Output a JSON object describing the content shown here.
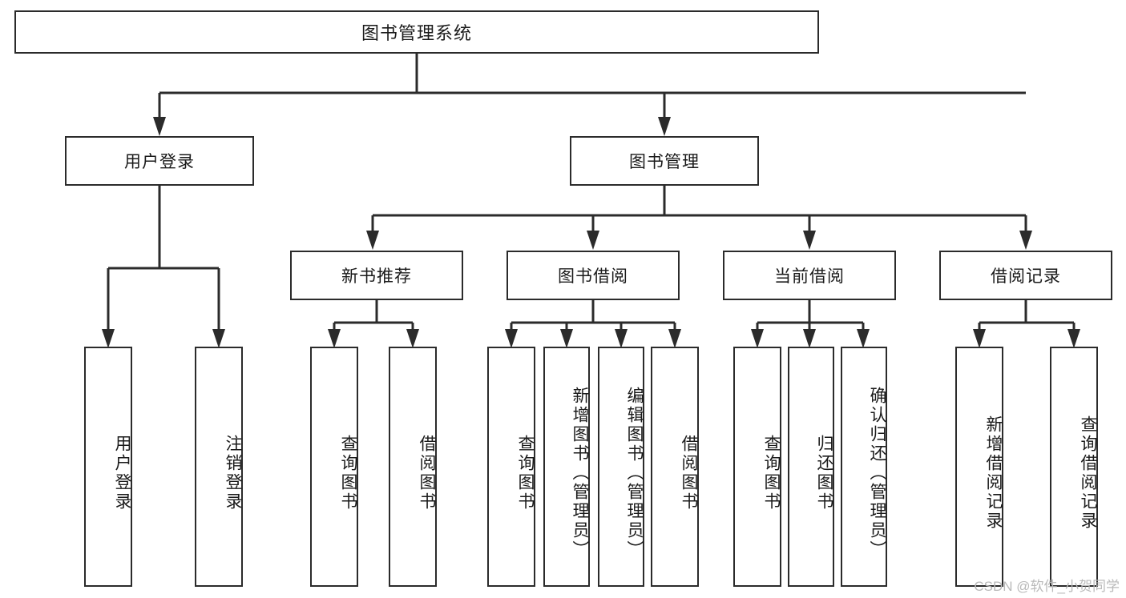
{
  "diagram": {
    "type": "tree-structure-chart",
    "title": "图书管理系统",
    "watermark": "CSDN @软件_小贺同学",
    "colors": {
      "stroke": "#2b2b2b",
      "fill": "#ffffff",
      "text": "#1a1a1a",
      "watermark": "#b9b9b9"
    },
    "root": {
      "label": "图书管理系统"
    },
    "level2": [
      {
        "label": "用户登录"
      },
      {
        "label": "图书管理"
      }
    ],
    "level3": [
      {
        "label": "新书推荐"
      },
      {
        "label": "图书借阅"
      },
      {
        "label": "当前借阅"
      },
      {
        "label": "借阅记录"
      }
    ],
    "leaves": {
      "user_login": [
        {
          "label": "用户登录"
        },
        {
          "label": "注销登录"
        }
      ],
      "new_book_recommend": [
        {
          "label": "查询图书"
        },
        {
          "label": "借阅图书"
        }
      ],
      "book_borrow": [
        {
          "label": "查询图书"
        },
        {
          "label": "新增图书（管理员）"
        },
        {
          "label": "编辑图书（管理员）"
        },
        {
          "label": "借阅图书"
        }
      ],
      "current_borrow": [
        {
          "label": "查询图书"
        },
        {
          "label": "归还图书"
        },
        {
          "label": "确认归还（管理员）"
        }
      ],
      "borrow_records": [
        {
          "label": "新增借阅记录"
        },
        {
          "label": "查询借阅记录"
        }
      ]
    }
  }
}
